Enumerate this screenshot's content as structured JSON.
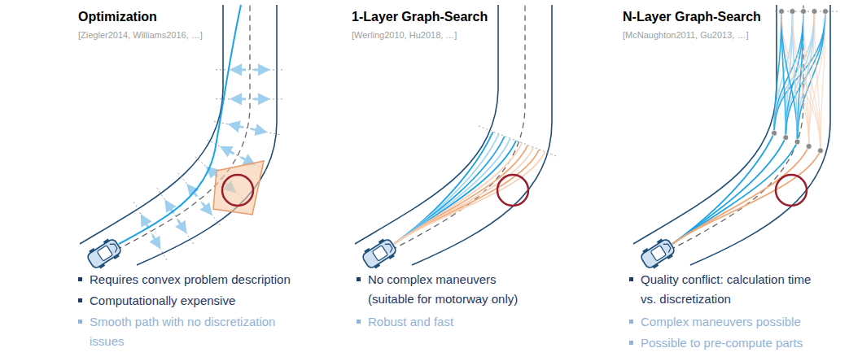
{
  "diagram": {
    "labels": [
      "Optimization",
      "[Ziegler2014, Williams2016, …]",
      "Requires convex problem description",
      "Computationally expensive",
      "Smooth path with no discretization issues",
      "1-Layer Graph-Search",
      "[Werling2010, Hu2018, …]",
      "No complex maneuvers (suitable for motorway only)",
      "Robust and fast",
      "N-Layer Graph-Search",
      "[McNaughton2011, Gu2013, …]",
      "Quality conflict: calculation time vs. discretization",
      "Complex maneuvers possible",
      "Possible to pre-compute parts"
    ]
  }
}
